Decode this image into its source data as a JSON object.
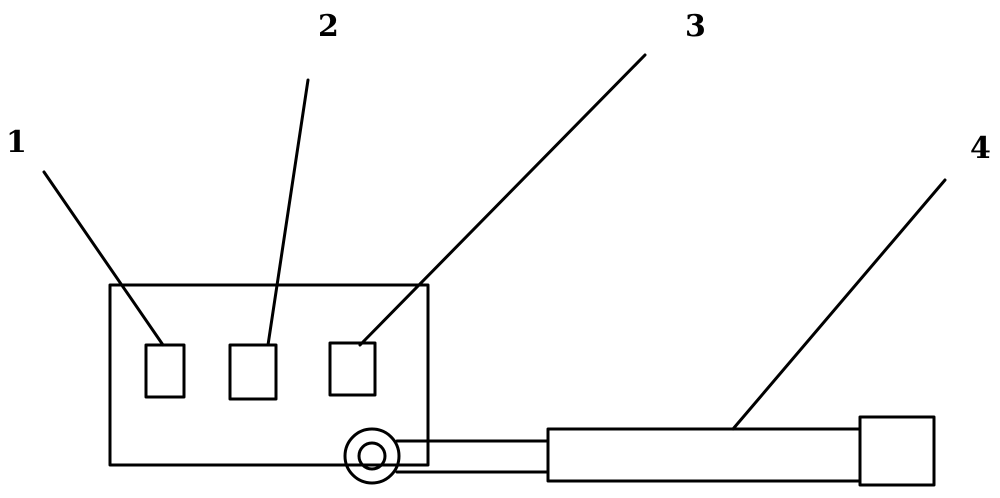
{
  "labels": {
    "one": "1",
    "two": "2",
    "three": "3",
    "four": "4"
  },
  "colors": {
    "line": "#000000",
    "background": "#ffffff"
  }
}
